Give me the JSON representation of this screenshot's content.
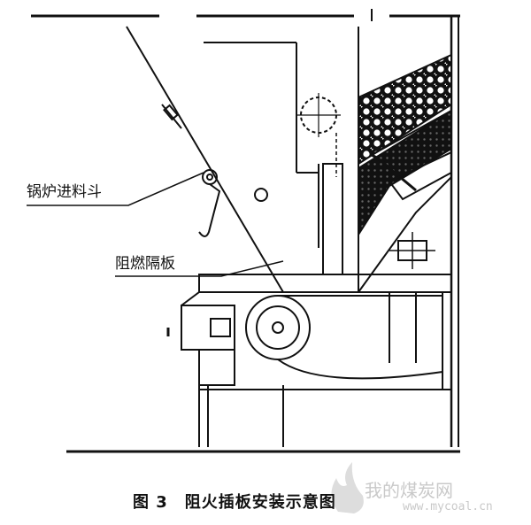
{
  "diagram": {
    "labels": {
      "hopper": "锅炉进料斗",
      "plate": "阻燃隔板"
    },
    "caption": "图 3　阻火插板安装示意图"
  },
  "watermark": {
    "name": "我的煤炭网",
    "url": "www.mycoal.cn",
    "color": "#c9c9c9"
  },
  "colors": {
    "ink": "#111111",
    "paper": "#ffffff"
  }
}
